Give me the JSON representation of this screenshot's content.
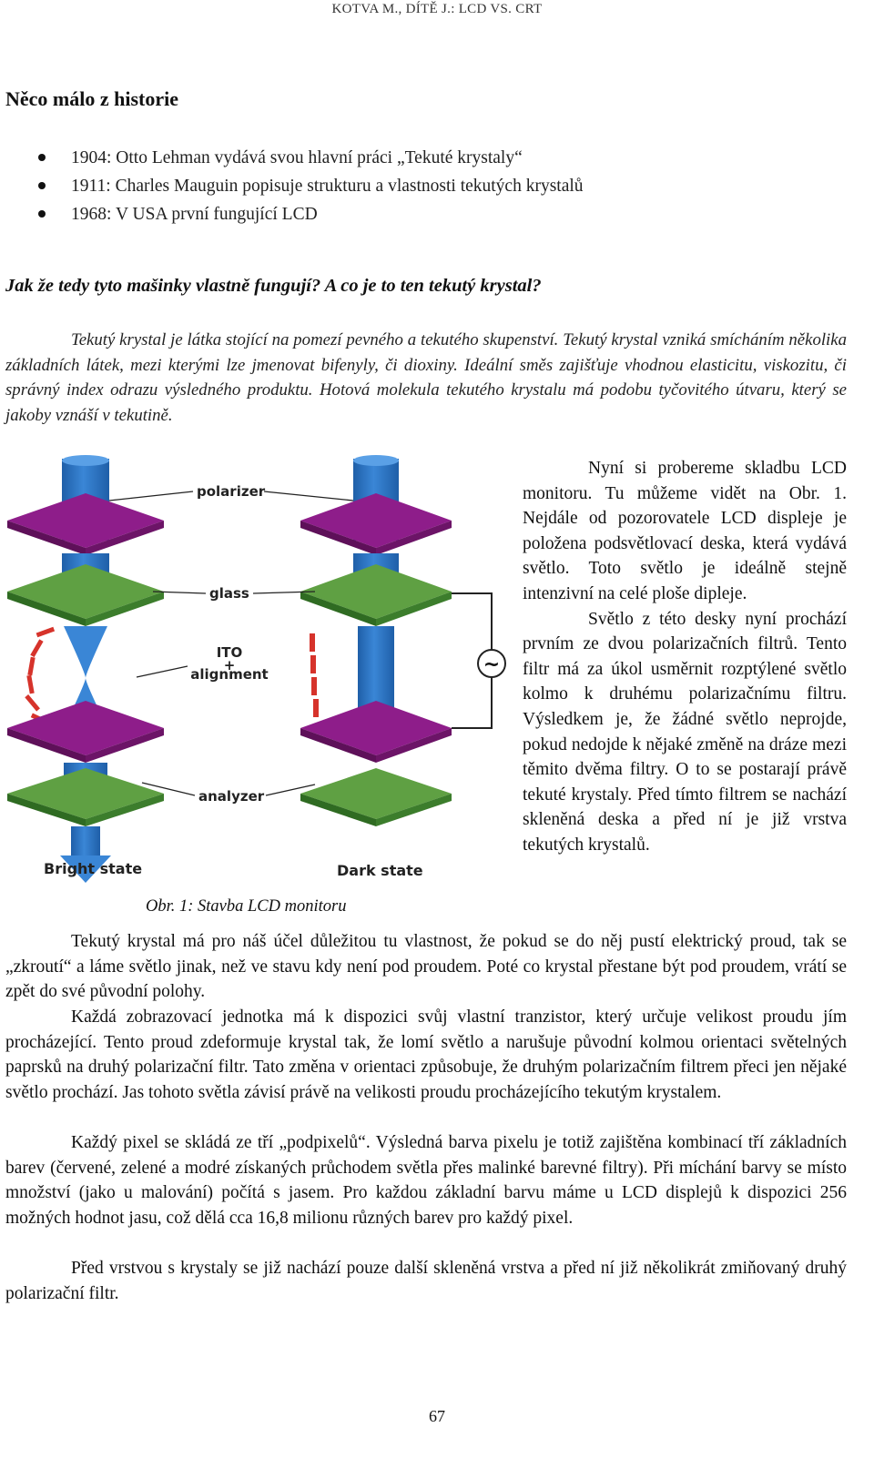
{
  "header": {
    "running_title": "KOTVA M., DÍTĚ J.: LCD VS. CRT"
  },
  "section_history": {
    "title": "Něco málo z historie",
    "items": [
      "1904: Otto Lehman vydává svou hlavní práci „Tekuté krystaly“",
      "1911: Charles Mauguin popisuje strukturu a vlastnosti tekutých krystalů",
      "1968: V USA první fungující LCD"
    ]
  },
  "section_function": {
    "title": "Jak že tedy tyto mašinky vlastně fungují? A co je to ten tekutý krystal?",
    "intro": "Tekutý krystal je látka stojící na pomezí pevného a tekutého skupenství. Tekutý krystal vzniká smícháním několika základních látek, mezi kterými lze jmenovat bifenyly, či dioxiny. Ideální směs zajišťuje vhodnou elasticitu, viskozitu, či správný index odrazu výsledného produktu. Hotová molekula tekutého krystalu má podobu tyčovitého útvaru, který se jakoby vznáší v tekutině.",
    "right_col_1": "Nyní si probereme skladbu LCD monitoru. Tu můžeme vidět na Obr. 1. Nejdále od pozorovatele LCD displeje je položena podsvětlovací deska, která vydává světlo. Toto světlo je ideálně stejně intenzivní na celé ploše dipleje.",
    "right_col_2": "Světlo z této desky nyní prochází prvním ze dvou polarizačních filtrů. Tento filtr má za úkol usměrnit rozptýlené světlo kolmo k druhému polarizačnímu filtru. Výsledkem je, že žádné světlo neprojde, pokud nedojde k nějaké změně na dráze mezi těmito dvěma filtry. O to se postarají právě tekuté krystaly. Před tímto filtrem se nachází skleněná deska a před ní je již vrstva tekutých krystalů.",
    "paragraphs": [
      "Tekutý krystal má pro náš účel důležitou tu vlastnost, že pokud se do něj pustí elektrický proud, tak se „zkroutí“ a láme světlo jinak, než ve stavu kdy není pod proudem. Poté co krystal přestane být pod proudem, vrátí se zpět do své původní polohy.",
      "Každá zobrazovací jednotka má k dispozici svůj vlastní tranzistor, který určuje velikost proudu jím procházející. Tento proud zdeformuje krystal tak, že lomí světlo a narušuje původní kolmou orientaci světelných paprsků na druhý polarizační filtr. Tato změna v orientaci způsobuje, že druhým polarizačním filtrem přeci jen nějaké světlo prochází. Jas tohoto světla závisí právě na velikosti proudu procházejícího tekutým krystalem.",
      "Každý pixel se skládá ze tří „podpixelů“. Výsledná barva pixelu je totiž zajištěna kombinací tří základních barev (červené, zelené a modré získaných průchodem světla přes malinké barevné filtry). Při míchání barvy se místo množství (jako u malování) počítá s jasem. Pro každou základní barvu máme u LCD displejů k dispozici 256 možných hodnot jasu, což dělá cca 16,8 milionu různých barev pro každý pixel.",
      "Před vrstvou s krystaly se již nachází pouze další skleněná vrstva a před ní již několikrát zmiňovaný druhý polarizační filtr."
    ]
  },
  "figure": {
    "caption": "Obr. 1: Stavba LCD monitoru",
    "labels": {
      "polarizer": "polarizer",
      "glass": "glass",
      "ito_line1": "ITO",
      "ito_line2": "+",
      "ito_line3": "alignment",
      "analyzer": "analyzer",
      "bright": "Bright state",
      "dark": "Dark state",
      "ac_symbol": "~"
    },
    "colors": {
      "beam": "#3a86d6",
      "beam_dark": "#1f5fa8",
      "glass_plate": "#5fa043",
      "glass_edge": "#2f6b22",
      "filter_plate": "#8e1d8a",
      "crystal": "#d6332b"
    }
  },
  "footer": {
    "page_number": "67"
  }
}
